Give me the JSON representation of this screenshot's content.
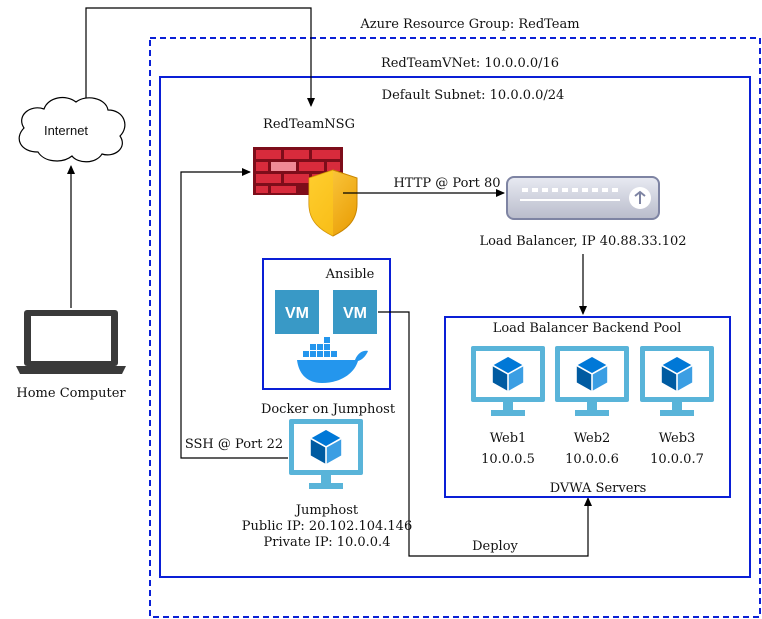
{
  "resource_group": {
    "label": "Azure Resource Group: RedTeam"
  },
  "vnet": {
    "label": "RedTeamVNet: 10.0.0.0/16"
  },
  "subnet": {
    "label": "Default Subnet: 10.0.0.0/24"
  },
  "nsg": {
    "label": "RedTeamNSG"
  },
  "internet": {
    "label": "Internet"
  },
  "home_computer": {
    "label": "Home Computer"
  },
  "http_link": {
    "label": "HTTP @ Port 80"
  },
  "load_balancer": {
    "label": "Load Balancer, IP 40.88.33.102"
  },
  "ansible": {
    "label": "Ansible",
    "vm1": "VM",
    "vm2": "VM"
  },
  "docker_jumphost": {
    "label": "Docker on Jumphost"
  },
  "ssh_link": {
    "label": "SSH @ Port 22"
  },
  "jumphost": {
    "name": "Jumphost",
    "public_ip": "Public IP: 20.102.104.146",
    "private_ip": "Private IP: 10.0.0.4"
  },
  "deploy_link": {
    "label": "Deploy"
  },
  "backend_pool": {
    "label": "Load Balancer Backend Pool",
    "footer": "DVWA Servers",
    "servers": [
      {
        "name": "Web1",
        "ip": "10.0.0.5"
      },
      {
        "name": "Web2",
        "ip": "10.0.0.6"
      },
      {
        "name": "Web3",
        "ip": "10.0.0.7"
      }
    ]
  },
  "colors": {
    "container_blue": "#0a1fd6",
    "monitor_blue": "#59b4d9",
    "cube_blue": "#0078d7",
    "vm_blue": "#3999c6",
    "firewall_red": "#b0162a",
    "shield_yellow": "#f5b300"
  }
}
